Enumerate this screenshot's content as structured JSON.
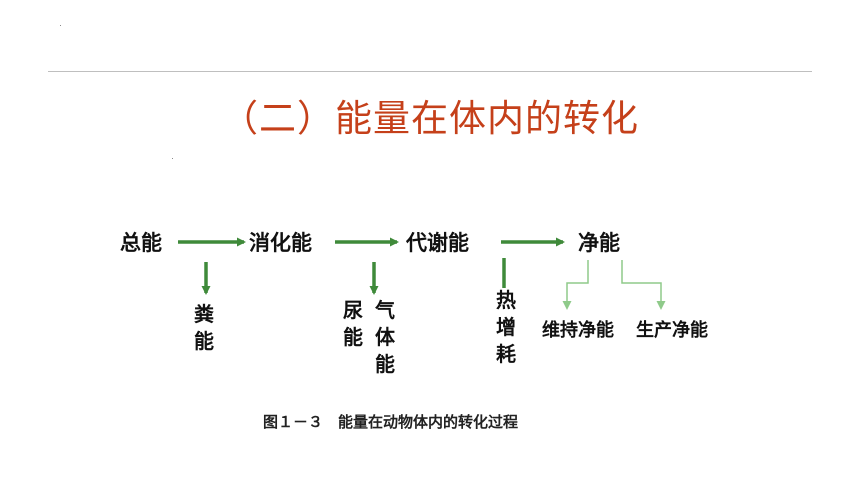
{
  "title": "（二）能量在体内的转化",
  "nodes": {
    "total": "总能",
    "digestible": "消化能",
    "metabolizable": "代谢能",
    "net": "净能"
  },
  "losses": {
    "fecal": "粪能",
    "urine": "尿能",
    "gas": "气体能",
    "heat": "热增耗"
  },
  "net_uses": {
    "maintenance": "维持净能",
    "production": "生产净能"
  },
  "caption": "图１－３　能量在动物体内的转化过程",
  "colors": {
    "title": "#c5401a",
    "main_arrow": "#3f8a3a",
    "branch_arrow": "#8fca8a"
  }
}
